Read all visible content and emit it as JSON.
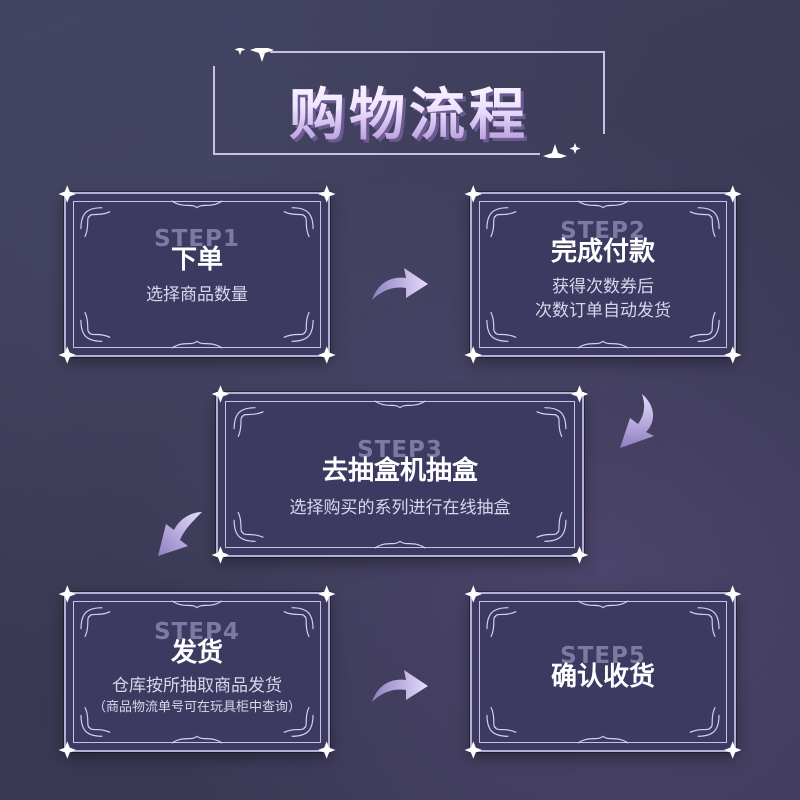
{
  "title": "购物流程",
  "steps": [
    {
      "step": "STEP1",
      "title": "下单",
      "lines": [
        "选择商品数量"
      ]
    },
    {
      "step": "STEP2",
      "title": "完成付款",
      "lines": [
        "获得次数券后",
        "次数订单自动发货"
      ]
    },
    {
      "step": "STEP3",
      "title": "去抽盒机抽盒",
      "lines": [
        "选择购买的系列进行在线抽盒"
      ]
    },
    {
      "step": "STEP4",
      "title": "发货",
      "lines": [
        "仓库按所抽取商品发货"
      ],
      "note": "（商品物流单号可在玩具柜中查询）"
    },
    {
      "step": "STEP5",
      "title": "确认收货",
      "lines": []
    }
  ],
  "colors": {
    "background": "#3b3b57",
    "card": "#3c3a61",
    "frame": "#b4afd2",
    "step_text": "#7d79a0",
    "arrow": "#c9b8ee"
  }
}
